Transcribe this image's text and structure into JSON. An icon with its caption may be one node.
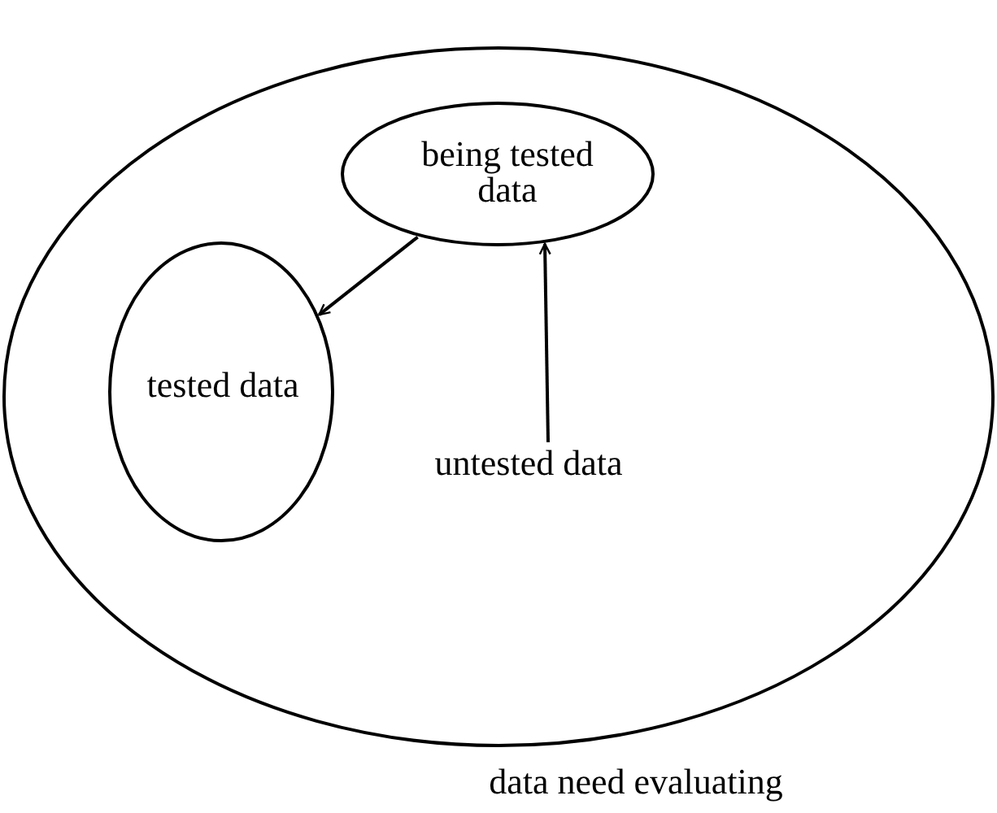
{
  "diagram": {
    "nodes": [
      {
        "text": [
          "data need evaluating"
        ]
      },
      {
        "text": [
          "being tested data"
        ],
        "in": 0
      },
      {
        "text": [
          "tested data"
        ],
        "in": 0
      },
      {
        "text": [
          "untested data"
        ],
        "in": 0
      }
    ],
    "edges": [
      {
        "from": 3,
        "to": 1,
        "arrow": "to"
      },
      {
        "from": 1,
        "to": 2,
        "arrow": "to"
      }
    ]
  }
}
